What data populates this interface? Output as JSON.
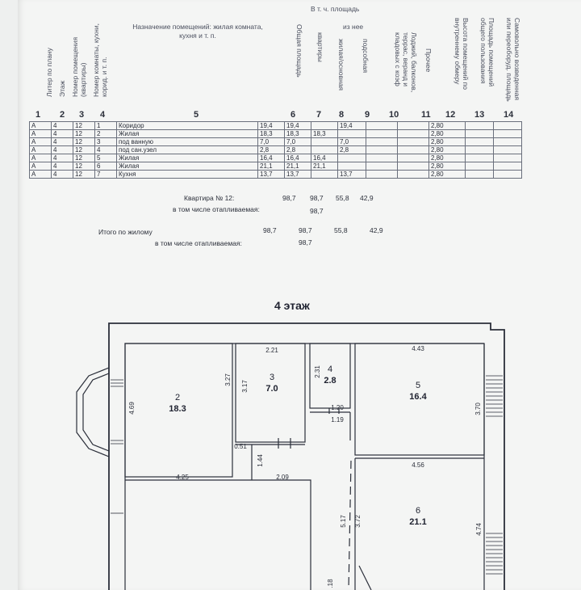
{
  "headers": {
    "col1": "Литер по плану",
    "col2": "Этаж",
    "col3": "Номер помещения (квартиры)",
    "col4": "Номер комнаты, кухни, корид. и т. п.",
    "col5": "Назначение помещений: жилая комната,\nкухня и т. п.",
    "col6": "Общая площадь",
    "group_top": "В т. ч. площадь",
    "col7": "квартиры",
    "group_sub": "из нее",
    "col8": "жилая/основная",
    "col9": "подсобная",
    "col10": "Лоджий, балконов, террас, веранд и кладовых с коэф",
    "col11": "Прочее",
    "col12": "Высота помещений по внутреннему обмеру",
    "col13": "Площадь помещений общего пользования",
    "col14": "Самовольно возведенная или переоборуд. площадь"
  },
  "column_numbers": [
    "1",
    "2",
    "3",
    "4",
    "5",
    "6",
    "7",
    "8",
    "9",
    "10",
    "11",
    "12",
    "13",
    "14"
  ],
  "rows": [
    {
      "liter": "А",
      "floor": "4",
      "apt": "12",
      "room": "1",
      "name": "Коридор",
      "total": "19,4",
      "apt_area": "19,4",
      "living": "",
      "aux": "19,4",
      "height": "2,80"
    },
    {
      "liter": "А",
      "floor": "4",
      "apt": "12",
      "room": "2",
      "name": "Жилая",
      "total": "18,3",
      "apt_area": "18,3",
      "living": "18,3",
      "aux": "",
      "height": "2,80"
    },
    {
      "liter": "А",
      "floor": "4",
      "apt": "12",
      "room": "3",
      "name": "под ванную",
      "total": "7,0",
      "apt_area": "7,0",
      "living": "",
      "aux": "7,0",
      "height": "2,80"
    },
    {
      "liter": "А",
      "floor": "4",
      "apt": "12",
      "room": "4",
      "name": "под сан.узел",
      "total": "2,8",
      "apt_area": "2,8",
      "living": "",
      "aux": "2,8",
      "height": "2,80"
    },
    {
      "liter": "А",
      "floor": "4",
      "apt": "12",
      "room": "5",
      "name": "Жилая",
      "total": "16,4",
      "apt_area": "16,4",
      "living": "16,4",
      "aux": "",
      "height": "2,80"
    },
    {
      "liter": "А",
      "floor": "4",
      "apt": "12",
      "room": "6",
      "name": "Жилая",
      "total": "21,1",
      "apt_area": "21,1",
      "living": "21,1",
      "aux": "",
      "height": "2,80"
    },
    {
      "liter": "А",
      "floor": "4",
      "apt": "12",
      "room": "7",
      "name": "Кухня",
      "total": "13,7",
      "apt_area": "13,7",
      "living": "",
      "aux": "13,7",
      "height": "2,80"
    }
  ],
  "apartment_total": {
    "label": "Квартира №  12:",
    "total": "98,7",
    "apt_area": "98,7",
    "living": "55,8",
    "aux": "42,9"
  },
  "apartment_heated": {
    "label": "в том числе отапливаемая:",
    "value": "98,7"
  },
  "building_total": {
    "label": "Итого по жилому",
    "total": "98,7",
    "apt_area": "98,7",
    "living": "55,8",
    "aux": "42,9"
  },
  "building_heated": {
    "label": "в том числе отапливаемая:",
    "value": "98,7"
  },
  "floor_title": "4 этаж",
  "plan": {
    "rooms": [
      {
        "num": "2",
        "area": "18.3"
      },
      {
        "num": "3",
        "area": "7.0"
      },
      {
        "num": "4",
        "area": "2.8"
      },
      {
        "num": "5",
        "area": "16.4"
      },
      {
        "num": "6",
        "area": "21.1"
      }
    ],
    "dims": [
      "2.21",
      "4.43",
      "3.27",
      "3.17",
      "2.31",
      "4.69",
      "1.20",
      "1.19",
      "3.70",
      "0.51",
      "1.44",
      "4.56",
      "4.25",
      "2.09",
      "5.17",
      "3.72",
      "4.74",
      ".18"
    ]
  },
  "colors": {
    "ink": "#2b2f3a",
    "paper": "#f4f5f4"
  }
}
